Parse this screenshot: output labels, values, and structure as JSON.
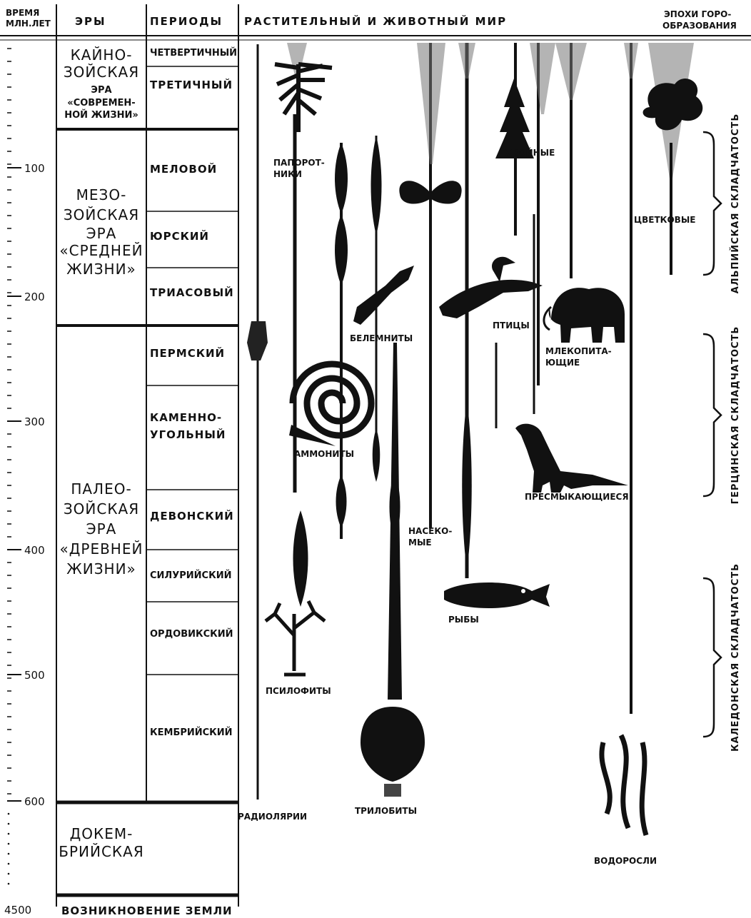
{
  "headers": {
    "time": [
      "ВРЕМЯ",
      "МЛН.ЛЕТ"
    ],
    "eras": "ЭРЫ",
    "periods": "ПЕРИОДЫ",
    "life": "РАСТИТЕЛЬНЫЙ И ЖИВОТНЫЙ МИР",
    "orogeny": [
      "ЭПОХИ ГОРО-",
      "ОБРАЗОВАНИЯ"
    ]
  },
  "time_ticks": [
    "100",
    "200",
    "300",
    "400",
    "500",
    "600",
    "4500"
  ],
  "eras": [
    {
      "lines": [
        "КАЙНО-",
        "ЗОЙСКАЯ",
        "ЭРА",
        "«СОВРЕМЕН-",
        "НОЙ ЖИЗНИ»"
      ]
    },
    {
      "lines": [
        "МЕЗО-",
        "ЗОЙСКАЯ",
        "ЭРА",
        "«СРЕДНЕЙ",
        "ЖИЗНИ»"
      ]
    },
    {
      "lines": [
        "ПАЛЕО-",
        "ЗОЙСКАЯ",
        "ЭРА",
        "«ДРЕВНЕЙ",
        "ЖИЗНИ»"
      ]
    },
    {
      "lines": [
        "ДОКЕМ-",
        "БРИЙСКАЯ"
      ]
    }
  ],
  "earth_origin": "ВОЗНИКНОВЕНИЕ ЗЕМЛИ",
  "periods": [
    "ЧЕТВЕРТИЧНЫЙ",
    "ТРЕТИЧНЫЙ",
    "МЕЛОВОЙ",
    "ЮРСКИЙ",
    "ТРИАСОВЫЙ",
    "ПЕРМСКИЙ",
    "КАМЕННО-|УГОЛЬНЫЙ",
    "ДЕВОНСКИЙ",
    "СИЛУРИЙСКИЙ",
    "ОРДОВИКСКИЙ",
    "КЕМБРИЙСКИЙ"
  ],
  "organisms": [
    {
      "key": "radiolaria",
      "label": "РАДИОЛЯРИИ"
    },
    {
      "key": "ferns",
      "label": "ПАПОРОТ-|НИКИ"
    },
    {
      "key": "psilophytes",
      "label": "ПСИЛОФИТЫ"
    },
    {
      "key": "ammonites",
      "label": "АММОНИТЫ"
    },
    {
      "key": "belemnites",
      "label": "БЕЛЕМНИТЫ"
    },
    {
      "key": "trilobites",
      "label": "ТРИЛОБИТЫ"
    },
    {
      "key": "insects",
      "label": "НАСЕКО-|МЫЕ"
    },
    {
      "key": "fish",
      "label": "РЫБЫ"
    },
    {
      "key": "birds",
      "label": "ПТИЦЫ"
    },
    {
      "key": "conifers",
      "label": "ХВОЙНЫЕ"
    },
    {
      "key": "mammals",
      "label": "МЛЕКОПИТА-|ЮЩИЕ"
    },
    {
      "key": "reptiles",
      "label": "ПРЕСМЫКАЮЩИЕСЯ"
    },
    {
      "key": "flowering",
      "label": "ЦВЕТКОВЫЕ"
    },
    {
      "key": "algae",
      "label": "ВОДОРОСЛИ"
    }
  ],
  "orogenies": [
    "АЛЬПИЙСКАЯ СКЛАДЧАТОСТЬ",
    "ГЕРЦИНСКАЯ СКЛАДЧАТОСТЬ",
    "КАЛЕДОНСКАЯ СКЛАДЧАТОСТЬ"
  ]
}
